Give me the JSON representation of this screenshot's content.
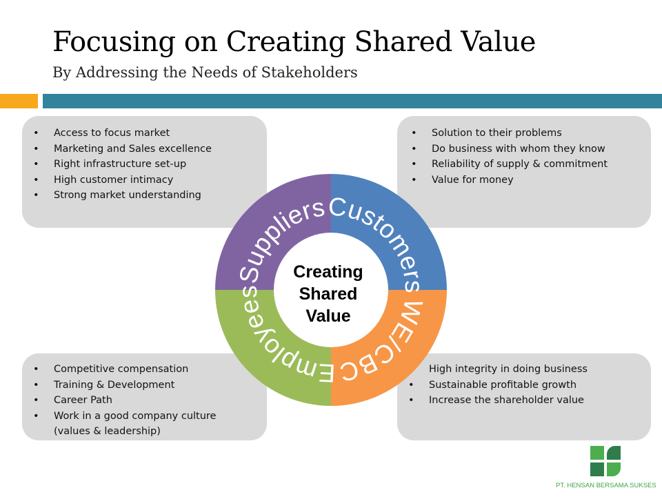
{
  "title": "Focusing on Creating Shared Value",
  "subtitle": "By Addressing the Needs of  Stakeholders",
  "colors": {
    "suppliers": "#8064a2",
    "customers": "#4f81bd",
    "wecbc": "#f79646",
    "employees": "#9bbb59",
    "accent_orange": "#f7a81c",
    "accent_teal": "#31849b"
  },
  "center": {
    "line1": "Creating",
    "line2": "Shared",
    "line3": "Value"
  },
  "segments": {
    "suppliers": "Suppliers",
    "customers": "Customers",
    "wecbc": "WE/CBC",
    "employees": "Employees"
  },
  "boxes": {
    "top_left": [
      "Access to focus market",
      "Marketing and Sales excellence",
      "Right infrastructure set-up",
      "High customer intimacy",
      "Strong market understanding"
    ],
    "top_right": [
      "Solution to their problems",
      "Do business with whom they know",
      "Reliability of supply & commitment",
      "Value for money"
    ],
    "bottom_left": [
      "Competitive compensation",
      "Training & Development",
      "Career Path",
      "Work in a good company culture (values & leadership)"
    ],
    "bottom_right": [
      "High integrity in doing business",
      "Sustainable profitable growth",
      "Increase the shareholder value"
    ]
  },
  "logo": {
    "company": "PT. HENSAN BERSAMA SUKSES"
  }
}
